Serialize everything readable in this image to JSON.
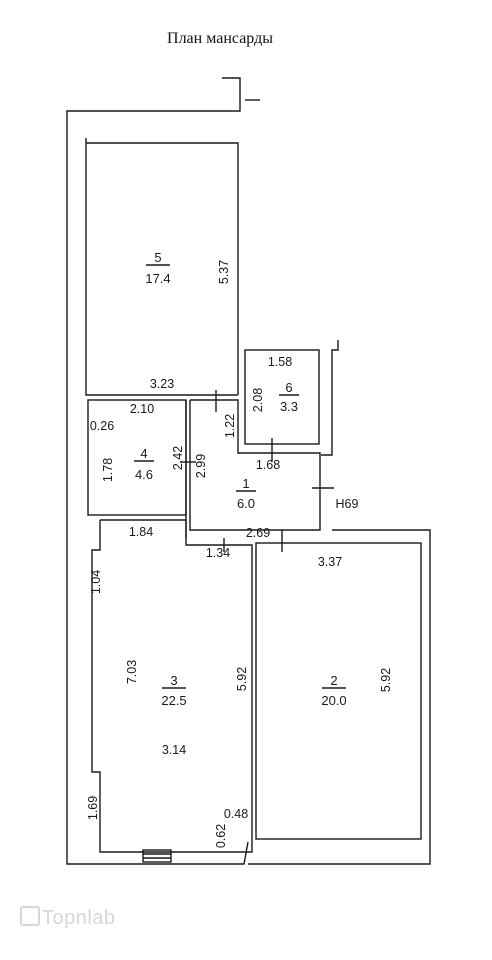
{
  "title": "План мансарды",
  "rooms": [
    {
      "number": "5",
      "area": "17.4"
    },
    {
      "number": "6",
      "area": "3.3"
    },
    {
      "number": "4",
      "area": "4.6"
    },
    {
      "number": "1",
      "area": "6.0"
    },
    {
      "number": "3",
      "area": "22.5"
    },
    {
      "number": "2",
      "area": "20.0"
    }
  ],
  "dimensions": {
    "r5_height": "5.37",
    "r5_width": "3.23",
    "r6_width": "1.58",
    "r6_height": "2.08",
    "r4_width": "2.10",
    "r4_side": "0.26",
    "r4_height": "1.78",
    "r4_inner": "2.42",
    "hall_left": "2.99",
    "hall_top": "1.22",
    "hall_width": "1.68",
    "hall_bottom": "2.69",
    "marker_h": "H69",
    "r3_top": "1.84",
    "r3_niche": "1.04",
    "r3_height": "7.03",
    "r3_right": "5.92",
    "r3_width": "3.14",
    "r3_step": "1.34",
    "r3_bottom_left": "1.69",
    "r3_bottom_a": "0.62",
    "r3_bottom_b": "0.48",
    "r2_width": "3.37",
    "r2_height": "5.92"
  },
  "watermark": "Topnlab"
}
